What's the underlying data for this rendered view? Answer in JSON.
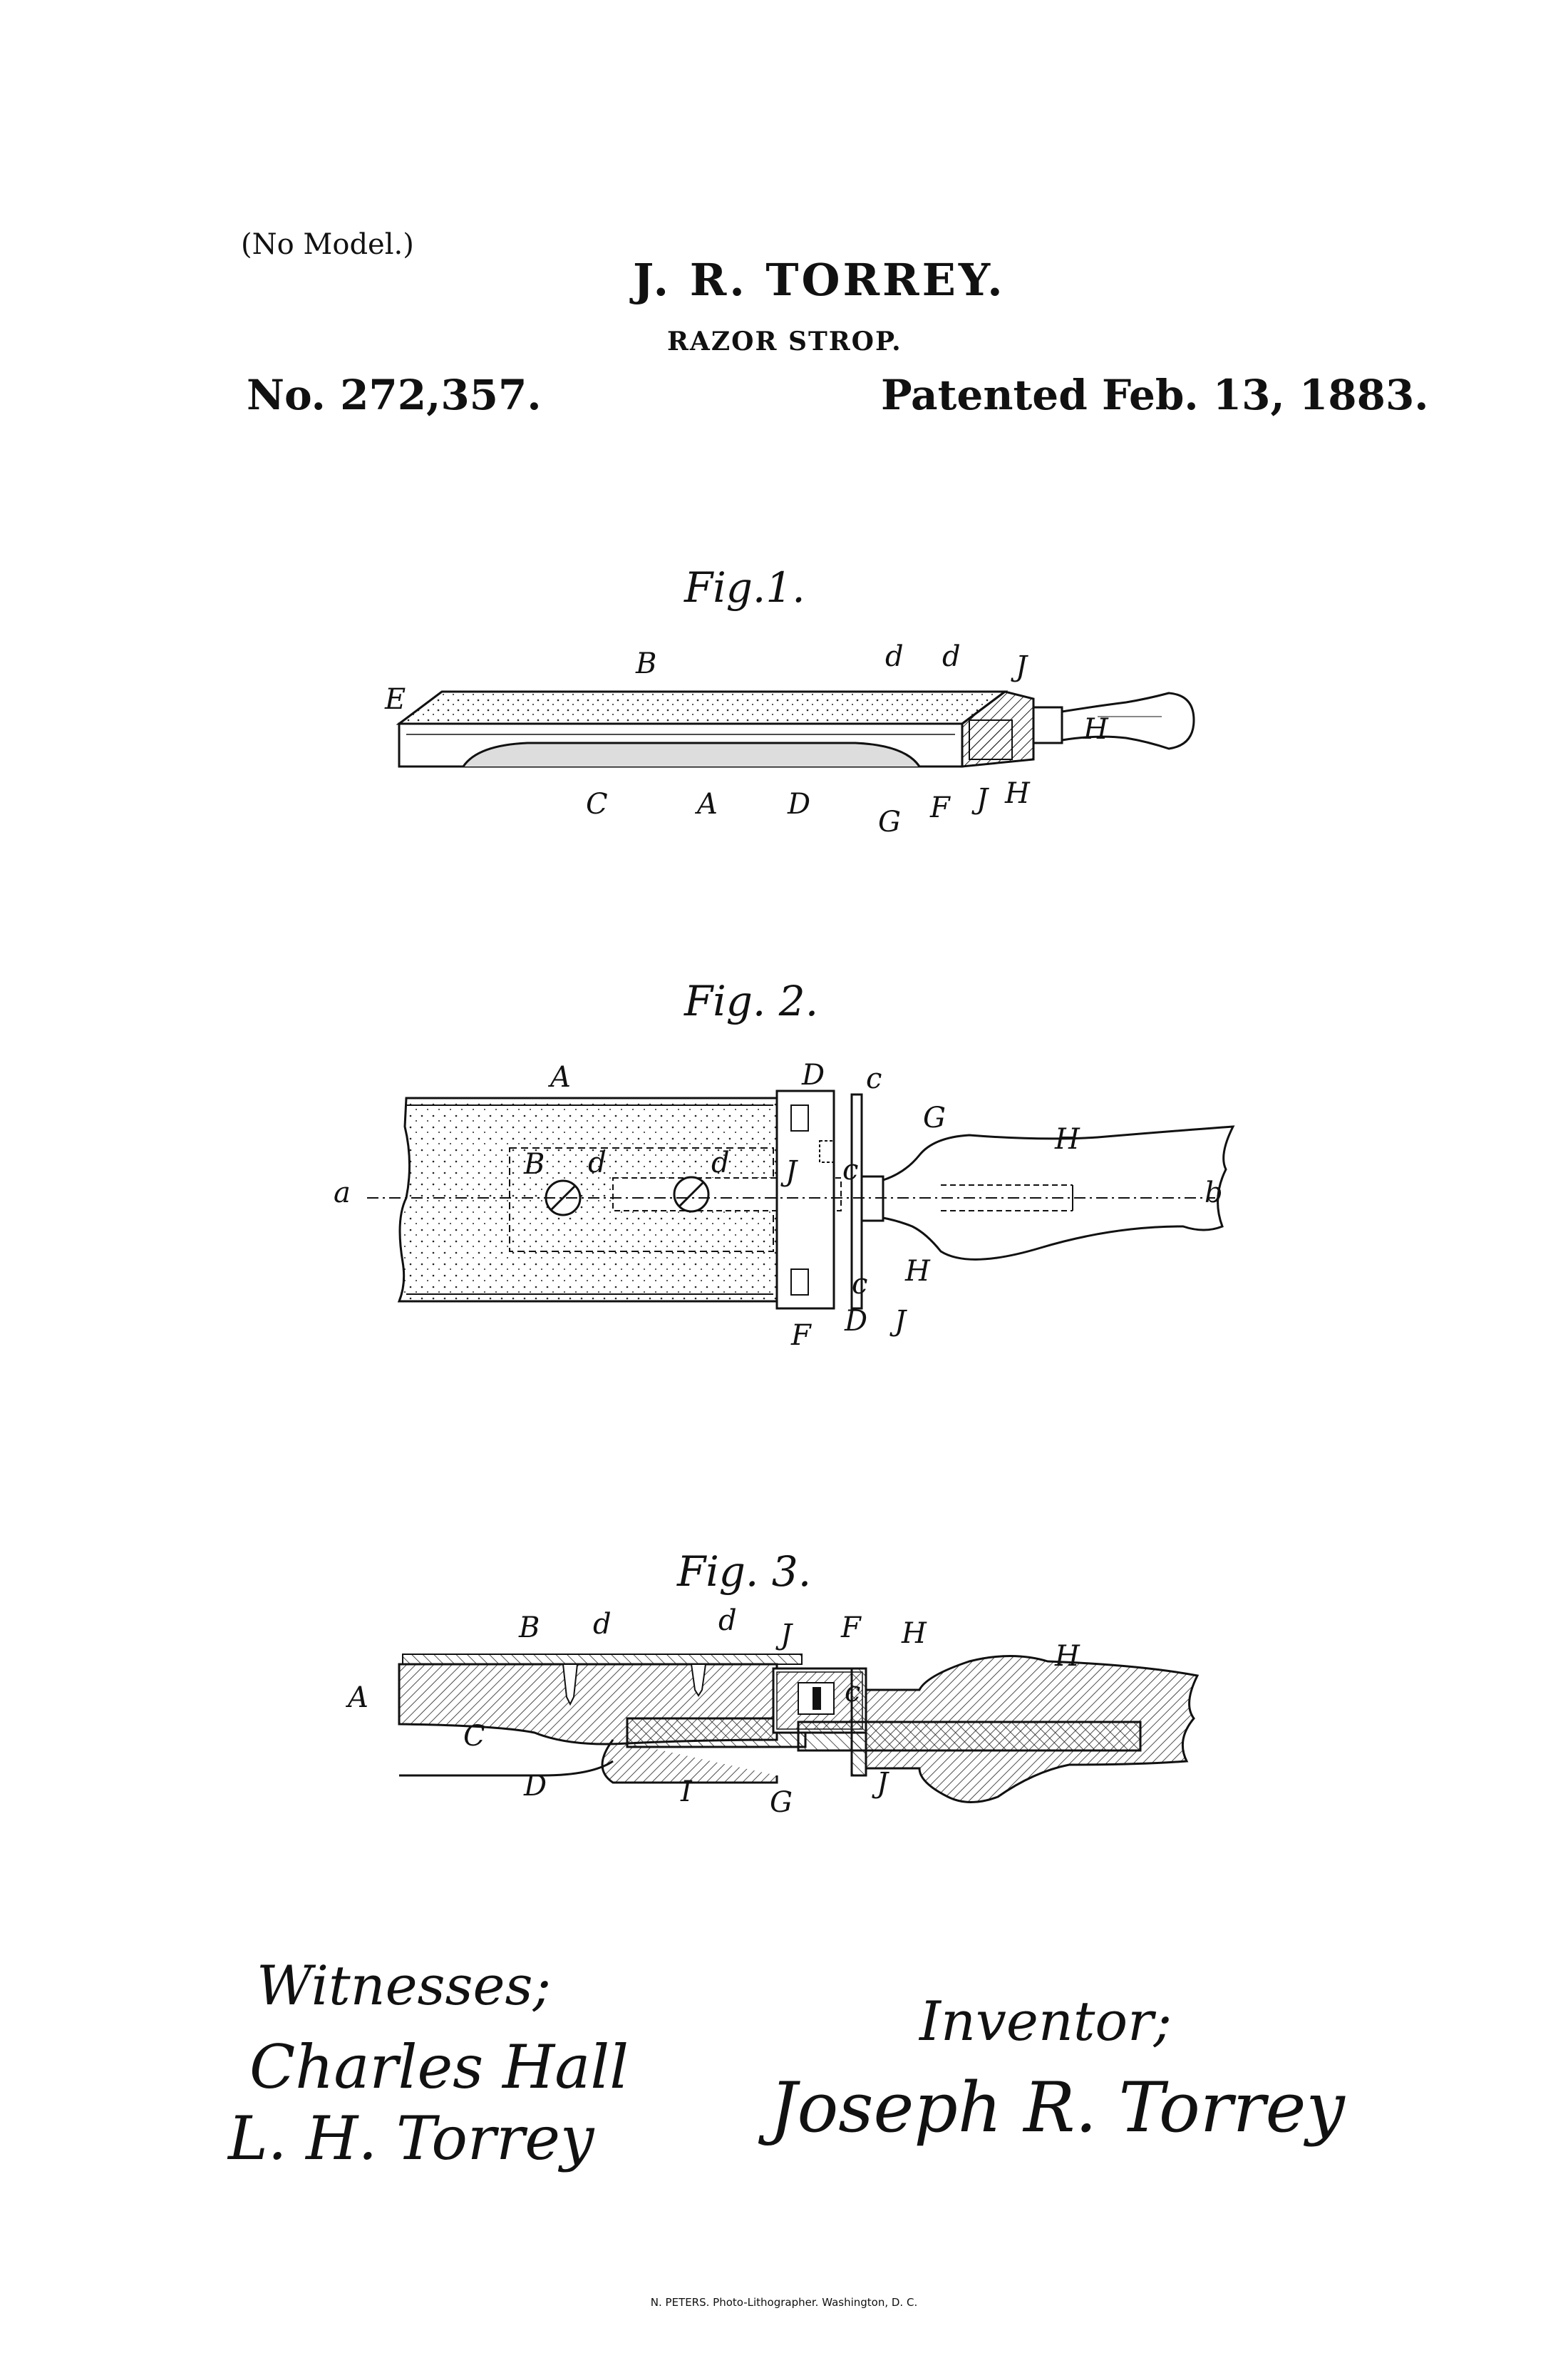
{
  "header": {
    "no_model": "(No Model.)",
    "inventor_name": "J. R. TORREY.",
    "title": "RAZOR STROP.",
    "patent_number": "No. 272,357.",
    "patent_date": "Patented Feb. 13, 1883."
  },
  "figures": [
    {
      "label": "Fig.1.",
      "letters": [
        "E",
        "B",
        "d",
        "d",
        "J",
        "C",
        "A",
        "D",
        "G",
        "F",
        "J",
        "H",
        "H"
      ]
    },
    {
      "label": "Fig. 2.",
      "letters": [
        "A",
        "D",
        "c",
        "G",
        "H",
        "B",
        "d",
        "d",
        "J",
        "c",
        "a",
        "b",
        "H",
        "c",
        "F",
        "D",
        "J"
      ]
    },
    {
      "label": "Fig. 3.",
      "letters": [
        "B",
        "d",
        "d",
        "J",
        "F",
        "H",
        "H",
        "A",
        "C",
        "c",
        "D",
        "I",
        "G",
        "J"
      ]
    }
  ],
  "signatures": {
    "witnesses_label": "Witnesses;",
    "witness_1": "Charles Hall",
    "witness_2": "L. H. Torrey",
    "inventor_label": "Inventor;",
    "inventor_signature": "Joseph R. Torrey"
  },
  "footer": {
    "printer": "N. PETERS. Photo-Lithographer. Washington, D. C."
  }
}
